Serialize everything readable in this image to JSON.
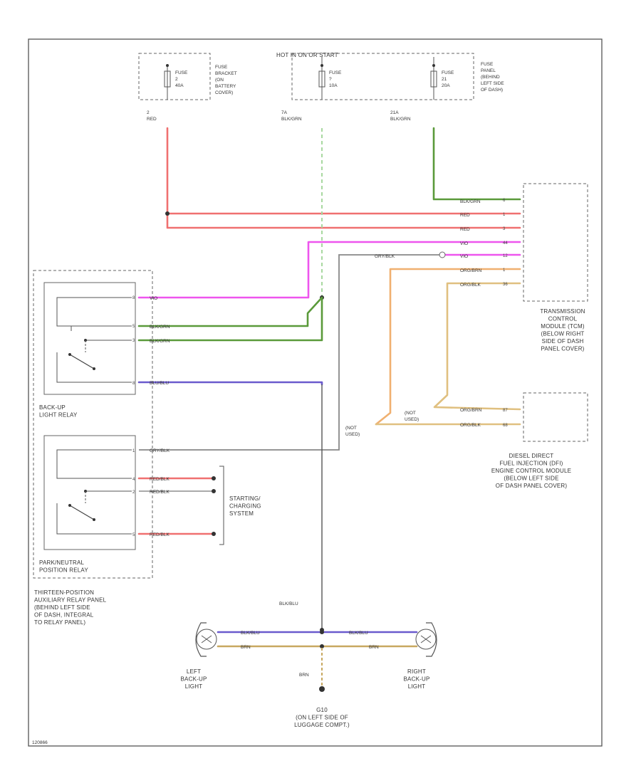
{
  "diagram": {
    "title": "",
    "corner_code": "120866",
    "hot_label": "HOT IN ON OR START",
    "fuses": [
      {
        "label": "FUSE\n2\n40A",
        "source_desc": "FUSE\nBRACKET\n(ON\nBATTERY\nCOVER)"
      },
      {
        "label": "FUSE\n?\n10A"
      },
      {
        "label": "FUSE\n21\n20A",
        "source_desc": "FUSE\nPANEL\n(BEHIND\nLEFT SIDE\nOF DASH)"
      }
    ],
    "wire_labels": {
      "red_fuse": "2\nRED",
      "green_fuse_mid": "7A\nBLK/GRN",
      "green_fuse_right": "21A\nBLK/GRN",
      "tcm_1": "BLK/GRN",
      "tcm_2": "RED",
      "tcm_3": "RED",
      "tcm_4": "VIO",
      "tcm_5": "GRY/BLK",
      "tcm_5b": "VIO",
      "tcm_6": "ORG/BRN",
      "tcm_7": "ORG/BLK",
      "relay_vio": "VIO",
      "relay_grn1": "BLK/GRN",
      "relay_grn2": "BLK/GRN",
      "relay_blu": "BLU/BLU",
      "pn_gry": "GRY/BLK",
      "pn_red1": "RED/BLK",
      "pn_red2": "RED/BLK",
      "pn_red3": "RED/BLK",
      "ecm_1": "ORG/BRN",
      "ecm_2": "ORG/BLK",
      "bv_vertical": "BLK/BLU",
      "lamp_left_1": "BLK/BLU",
      "lamp_left_2": "BRN",
      "lamp_right_1": "BLK/BLU",
      "lamp_right_2": "BRN",
      "ground_wire": "BRN"
    },
    "components": {
      "tcm": "TRANSMISSION\nCONTROL\nMODULE (TCM)\n(BELOW RIGHT\nSIDE OF DASH\nPANEL COVER)",
      "ecm": "DIESEL DIRECT\nFUEL INJECTION (DFI)\nENGINE CONTROL MODULE\n(BELOW LEFT SIDE\nOF DASH PANEL COVER)",
      "backup_relay": "BACK-UP\nLIGHT RELAY",
      "pn_relay": "PARK/NEUTRAL\nPOSITION RELAY",
      "aux_panel": "THIRTEEN-POSITION\nAUXILIARY RELAY PANEL\n(BEHIND LEFT SIDE\nOF DASH, INTEGRAL\nTO RELAY PANEL)",
      "starting": "STARTING/\nCHARGING\nSYSTEM",
      "left_light": "LEFT\nBACK-UP\nLIGHT",
      "right_light": "RIGHT\nBACK-UP\nLIGHT",
      "ground": "G10\n(ON LEFT SIDE OF\nLUGGAGE COMPT.)",
      "splice_1": "(NOT\nUSED)",
      "splice_2": "(NOT\nUSED)"
    },
    "colors": {
      "red": "#f07070",
      "green": "#5a9a3a",
      "green_light": "#a8d8a0",
      "violet": "#ee55ee",
      "gray": "#888888",
      "orange": "#f0b070",
      "tan": "#e0c080",
      "blue": "#6a5acd",
      "brown": "#c8a860"
    }
  }
}
